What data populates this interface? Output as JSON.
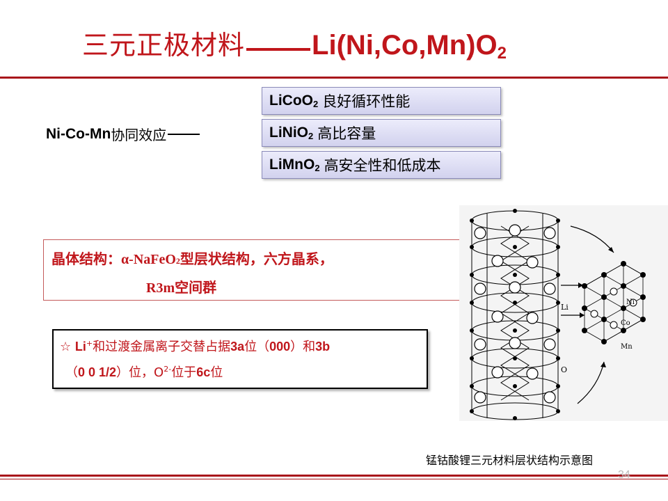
{
  "title": {
    "chinese": "三元正极材料",
    "formula": "Li(Ni,Co,Mn)O",
    "formula_sub": "2"
  },
  "synergy": {
    "label": "Ni-Co-Mn",
    "text": "协同效应"
  },
  "properties": [
    {
      "formula": "LiCoO",
      "sub": "2",
      "desc": "良好循环性能"
    },
    {
      "formula": "LiNiO",
      "sub": "2",
      "desc": "高比容量"
    },
    {
      "formula": "LiMnO",
      "sub": "2",
      "desc": "高安全性和低成本"
    }
  ],
  "crystal": {
    "label": "晶体结构：",
    "formula_pre": "α-NaFeO",
    "formula_sub": "2",
    "desc": "型层状结构，六方晶系，",
    "line2_sym": "R3m",
    "line2_txt": "空间群"
  },
  "li_note": {
    "star": "☆",
    "li": "Li",
    "li_sup": "+",
    "l1_a": "和过渡金属离子交替占据",
    "site_3a": "3a",
    "l1_b": "位（",
    "c000": "000",
    "l1_c": "）和",
    "site_3b": "3b",
    "l2_a": "（",
    "c3b": "0 0 1/2",
    "l2_b": "）位，O",
    "o_sup": "2-",
    "l2_c": "位于",
    "site_6c": "6c",
    "l2_d": "位"
  },
  "diagram": {
    "label_li": "Li",
    "label_o": "O",
    "label_ni": "Ni",
    "label_co": "Co",
    "label_mn": "Mn"
  },
  "caption": "锰钴酸锂三元材料层状结构示意图",
  "page_number": "34"
}
